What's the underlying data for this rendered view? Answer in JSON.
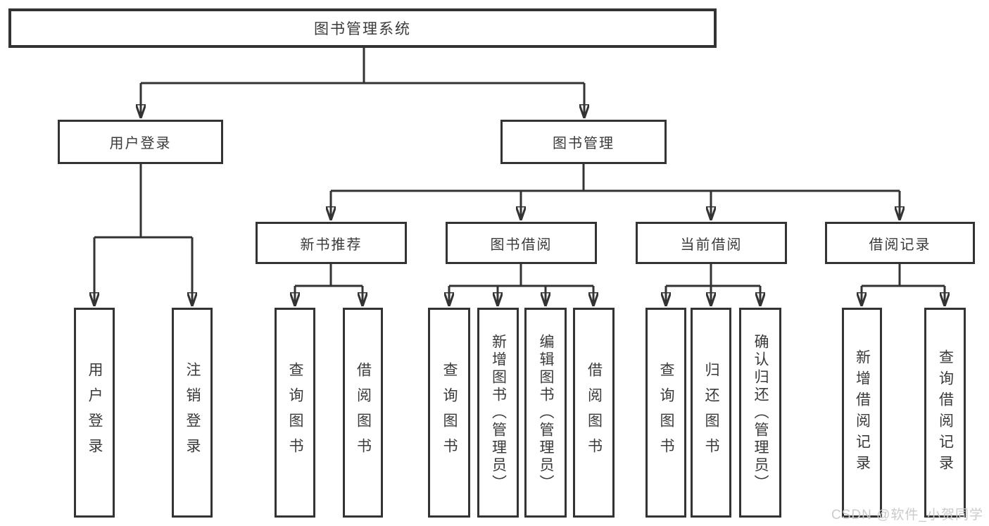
{
  "tree": {
    "root": {
      "label": "图书管理系统"
    },
    "branches": [
      {
        "label": "用户登录",
        "children": [
          "用户登录",
          "注销登录"
        ]
      },
      {
        "label": "图书管理",
        "groups": [
          {
            "label": "新书推荐",
            "children": [
              "查询图书",
              "借阅图书"
            ]
          },
          {
            "label": "图书借阅",
            "children": [
              "查询图书",
              "新增图书（管理员）",
              "编辑图书（管理员）",
              "借阅图书"
            ]
          },
          {
            "label": "当前借阅",
            "children": [
              "查询图书",
              "归还图书",
              "确认归还（管理员）"
            ]
          },
          {
            "label": "借阅记录",
            "children": [
              "新增借阅记录",
              "查询借阅记录"
            ]
          }
        ]
      }
    ]
  },
  "watermark": {
    "text": "CSDN @软件_小贺同学"
  },
  "colors": {
    "line": "#333333",
    "box_border": "#333333",
    "box_fill": "#ffffff",
    "text": "#3a3a3a",
    "watermark": "#cbcbcb",
    "background": "#ffffff"
  }
}
